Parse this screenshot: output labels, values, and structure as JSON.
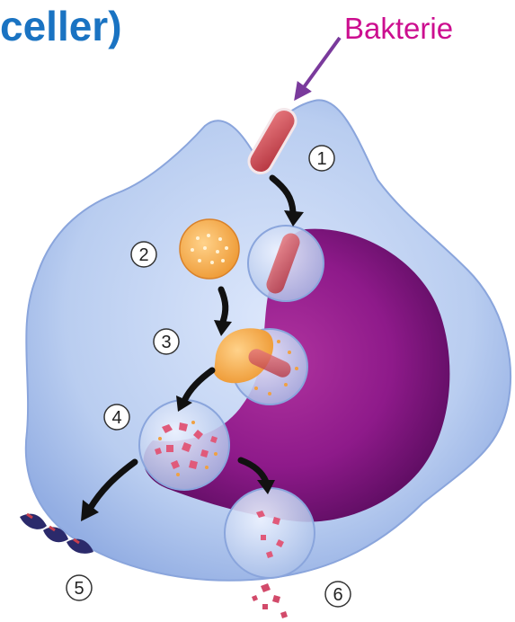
{
  "title": "celler)",
  "bacteria_label": "Bakterie",
  "steps": [
    {
      "label": "1"
    },
    {
      "label": "2"
    },
    {
      "label": "3"
    },
    {
      "label": "4"
    },
    {
      "label": "5"
    },
    {
      "label": "6"
    }
  ],
  "colors": {
    "title": "#1a73c2",
    "bacteria_label": "#cc0e8f",
    "pointer_arrow": "#7a3a9c",
    "cell_body": "#b9cdf0",
    "nucleus": "#8e1a8a",
    "bacterium": "#c8404e",
    "lysosome": "#f0a142",
    "step_arrow": "#111111"
  }
}
